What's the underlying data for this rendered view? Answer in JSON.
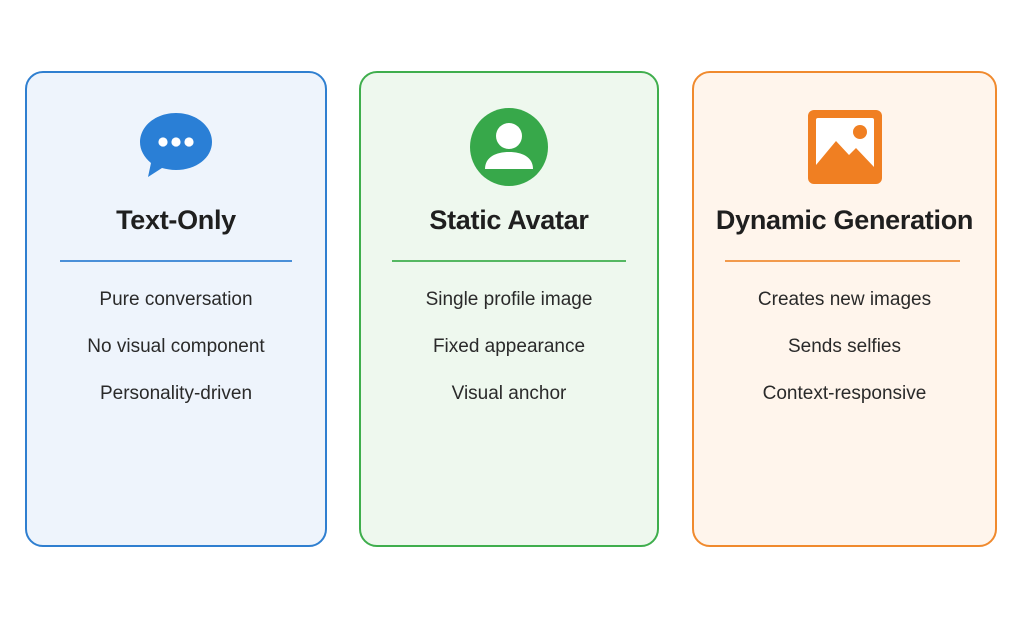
{
  "cards": [
    {
      "icon": "chat-bubble-icon",
      "title": "Text-Only",
      "features": [
        "Pure conversation",
        "No visual component",
        "Personality-driven"
      ],
      "color": "#2f7fd0"
    },
    {
      "icon": "user-avatar-icon",
      "title": "Static Avatar",
      "features": [
        "Single profile image",
        "Fixed appearance",
        "Visual anchor"
      ],
      "color": "#3fae4d"
    },
    {
      "icon": "image-icon",
      "title": "Dynamic Generation",
      "features": [
        "Creates new images",
        "Sends selfies",
        "Context-responsive"
      ],
      "color": "#f08a2e"
    }
  ]
}
